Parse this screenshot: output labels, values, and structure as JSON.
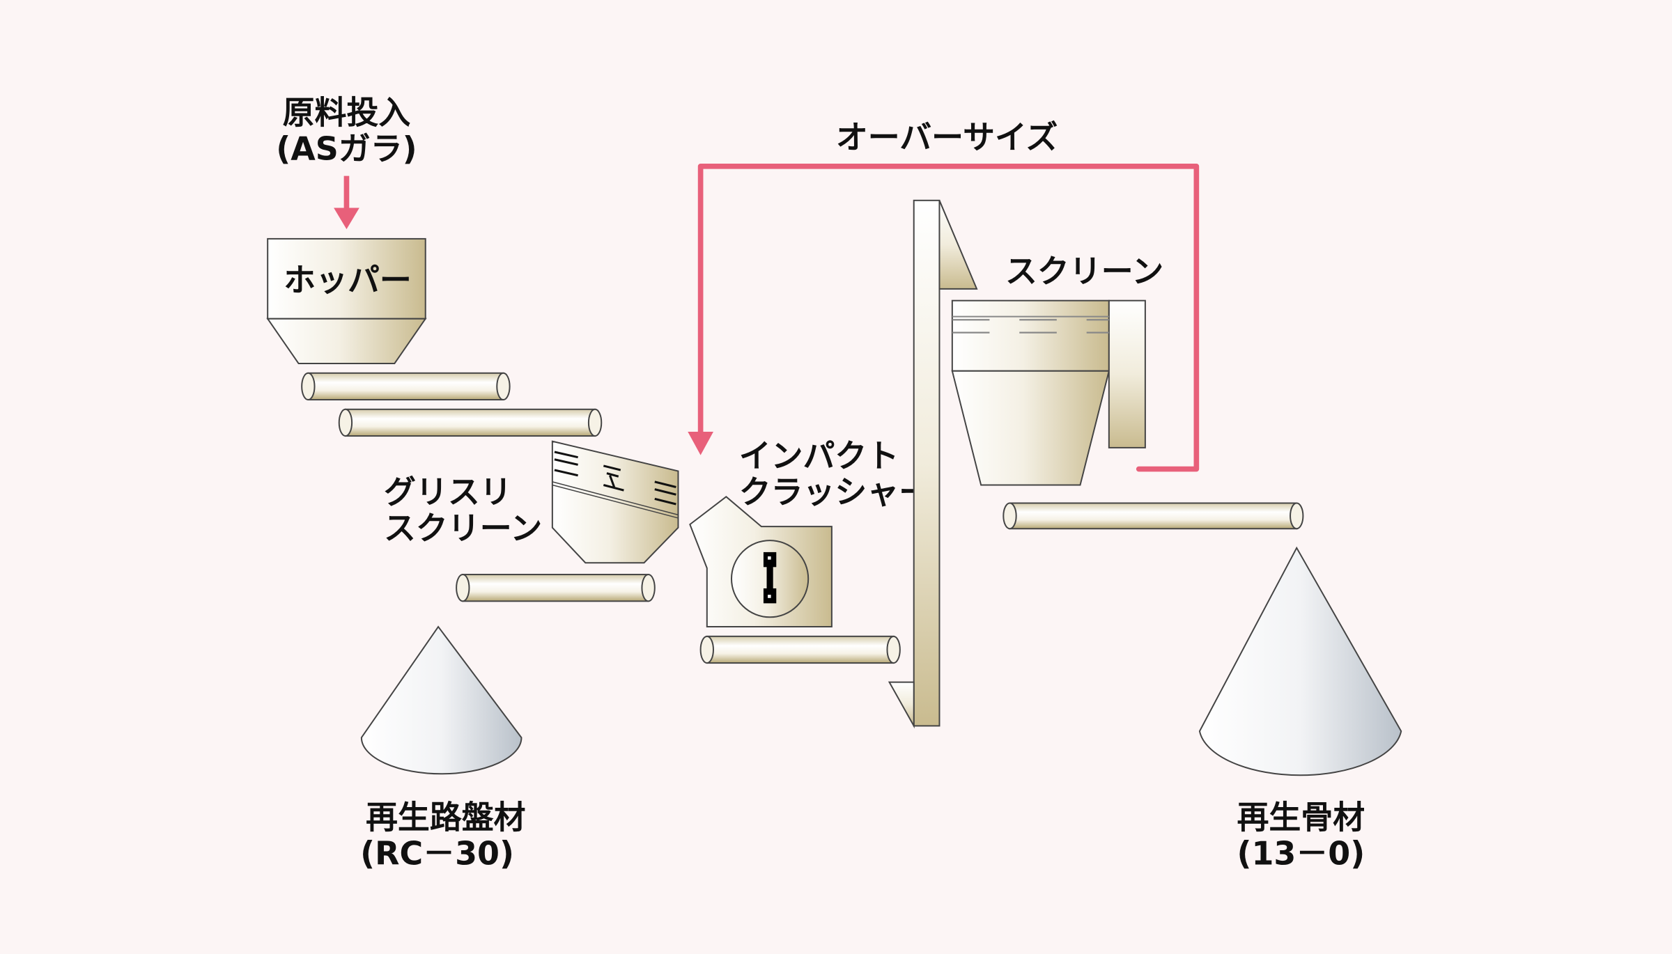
{
  "diagram": {
    "input_label_1": "原料投入",
    "input_label_2": "(ASガラ)",
    "hopper_label": "ホッパー",
    "grizzly_label_1": "グリスリ",
    "grizzly_label_2": "スクリーン",
    "crusher_label_1": "インパクト",
    "crusher_label_2": "クラッシャー",
    "oversize_label": "オーバーサイズ",
    "screen_label": "スクリーン",
    "output1_label_1": "再生路盤材",
    "output1_label_2": "(RC－30)",
    "output2_label_1": "再生骨材",
    "output2_label_2": "(13－0)"
  },
  "colors": {
    "background": "#fcf5f5",
    "flow_arrow": "#e8607a",
    "equipment": "#c9bb8f",
    "pile": "#b9c1ca"
  }
}
